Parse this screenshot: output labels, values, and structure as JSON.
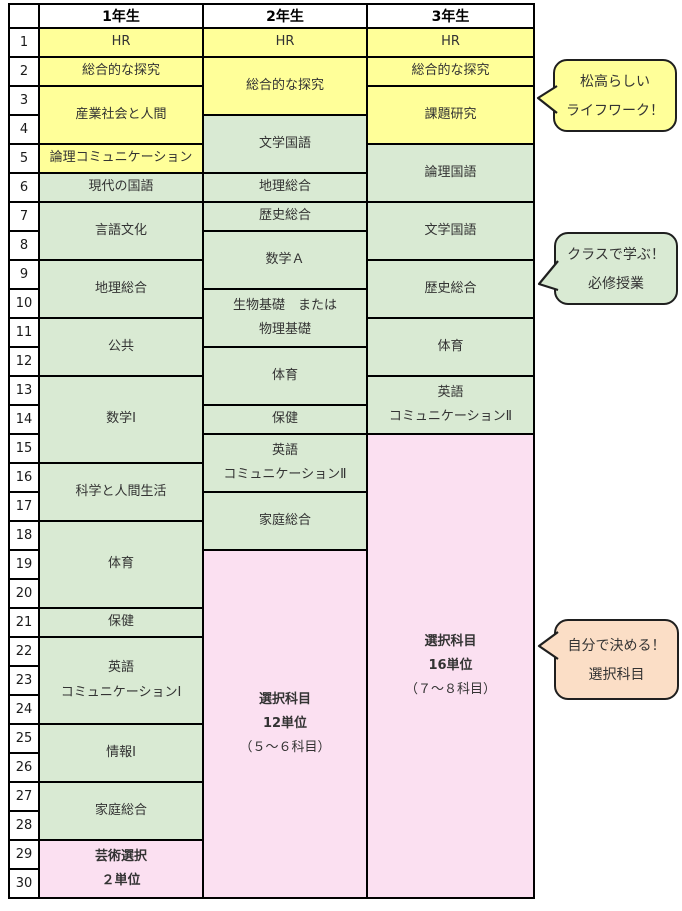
{
  "table": {
    "corner_label": "",
    "headers": [
      "1年生",
      "2年生",
      "3年生"
    ],
    "row_count": 30,
    "columns": [
      {
        "name": "grade1",
        "cells": [
          {
            "row": 1,
            "span": 1,
            "color": "yellow",
            "lines": [
              "HR"
            ],
            "bold": false
          },
          {
            "row": 2,
            "span": 1,
            "color": "yellow",
            "lines": [
              "総合的な探究"
            ],
            "bold": false
          },
          {
            "row": 3,
            "span": 2,
            "color": "yellow",
            "lines": [
              "産業社会と人間"
            ],
            "bold": false
          },
          {
            "row": 5,
            "span": 1,
            "color": "yellow",
            "lines": [
              "論理コミュニケーション"
            ],
            "bold": false
          },
          {
            "row": 6,
            "span": 1,
            "color": "green",
            "lines": [
              "現代の国語"
            ],
            "bold": false
          },
          {
            "row": 7,
            "span": 2,
            "color": "green",
            "lines": [
              "言語文化"
            ],
            "bold": false
          },
          {
            "row": 9,
            "span": 2,
            "color": "green",
            "lines": [
              "地理総合"
            ],
            "bold": false
          },
          {
            "row": 11,
            "span": 2,
            "color": "green",
            "lines": [
              "公共"
            ],
            "bold": false
          },
          {
            "row": 13,
            "span": 3,
            "color": "green",
            "lines": [
              "数学Ⅰ"
            ],
            "bold": false
          },
          {
            "row": 16,
            "span": 2,
            "color": "green",
            "lines": [
              "科学と人間生活"
            ],
            "bold": false
          },
          {
            "row": 18,
            "span": 3,
            "color": "green",
            "lines": [
              "体育"
            ],
            "bold": false
          },
          {
            "row": 21,
            "span": 1,
            "color": "green",
            "lines": [
              "保健"
            ],
            "bold": false
          },
          {
            "row": 22,
            "span": 3,
            "color": "green",
            "lines": [
              "英語",
              "コミュニケーションⅠ"
            ],
            "bold": false
          },
          {
            "row": 25,
            "span": 2,
            "color": "green",
            "lines": [
              "情報Ⅰ"
            ],
            "bold": false
          },
          {
            "row": 27,
            "span": 2,
            "color": "green",
            "lines": [
              "家庭総合"
            ],
            "bold": false
          },
          {
            "row": 29,
            "span": 2,
            "color": "pink",
            "lines": [
              "芸術選択",
              "２単位"
            ],
            "bold": true
          }
        ]
      },
      {
        "name": "grade2",
        "cells": [
          {
            "row": 1,
            "span": 1,
            "color": "yellow",
            "lines": [
              "HR"
            ],
            "bold": false
          },
          {
            "row": 2,
            "span": 2,
            "color": "yellow",
            "lines": [
              "総合的な探究"
            ],
            "bold": false
          },
          {
            "row": 4,
            "span": 2,
            "color": "green",
            "lines": [
              "文学国語"
            ],
            "bold": false
          },
          {
            "row": 6,
            "span": 1,
            "color": "green",
            "lines": [
              "地理総合"
            ],
            "bold": false
          },
          {
            "row": 7,
            "span": 1,
            "color": "green",
            "lines": [
              "歴史総合"
            ],
            "bold": false
          },
          {
            "row": 8,
            "span": 2,
            "color": "green",
            "lines": [
              "数学Ａ"
            ],
            "bold": false
          },
          {
            "row": 10,
            "span": 2,
            "color": "green",
            "lines": [
              "生物基礎　または",
              "物理基礎"
            ],
            "bold": false
          },
          {
            "row": 12,
            "span": 2,
            "color": "green",
            "lines": [
              "体育"
            ],
            "bold": false
          },
          {
            "row": 14,
            "span": 1,
            "color": "green",
            "lines": [
              "保健"
            ],
            "bold": false
          },
          {
            "row": 15,
            "span": 2,
            "color": "green",
            "lines": [
              "英語",
              "コミュニケーションⅡ"
            ],
            "bold": false
          },
          {
            "row": 17,
            "span": 2,
            "color": "green",
            "lines": [
              "家庭総合"
            ],
            "bold": false
          },
          {
            "row": 19,
            "span": 12,
            "color": "pink",
            "lines": [
              "選択科目",
              "12単位",
              "（５～６科目）"
            ],
            "bold": [
              true,
              true,
              false
            ]
          }
        ]
      },
      {
        "name": "grade3",
        "cells": [
          {
            "row": 1,
            "span": 1,
            "color": "yellow",
            "lines": [
              "HR"
            ],
            "bold": false
          },
          {
            "row": 2,
            "span": 1,
            "color": "yellow",
            "lines": [
              "総合的な探究"
            ],
            "bold": false
          },
          {
            "row": 3,
            "span": 2,
            "color": "yellow",
            "lines": [
              "課題研究"
            ],
            "bold": false
          },
          {
            "row": 5,
            "span": 2,
            "color": "green",
            "lines": [
              "論理国語"
            ],
            "bold": false
          },
          {
            "row": 7,
            "span": 2,
            "color": "green",
            "lines": [
              "文学国語"
            ],
            "bold": false
          },
          {
            "row": 9,
            "span": 2,
            "color": "green",
            "lines": [
              "歴史総合"
            ],
            "bold": false
          },
          {
            "row": 11,
            "span": 2,
            "color": "green",
            "lines": [
              "体育"
            ],
            "bold": false
          },
          {
            "row": 13,
            "span": 2,
            "color": "green",
            "lines": [
              "英語",
              "コミュニケーションⅡ"
            ],
            "bold": false
          },
          {
            "row": 15,
            "span": 16,
            "color": "pink",
            "lines": [
              "選択科目",
              "16単位",
              "（７～８科目）"
            ],
            "bold": [
              true,
              true,
              false
            ]
          }
        ]
      }
    ]
  },
  "bubbles": [
    {
      "lines": [
        "松高らしい",
        "ライフワーク！"
      ],
      "color": "yellow"
    },
    {
      "lines": [
        "クラスで学ぶ！",
        "必修授業"
      ],
      "color": "green"
    },
    {
      "lines": [
        "自分で決める！",
        "選択科目"
      ],
      "color": "peach"
    }
  ],
  "colors": {
    "yellow": "#FFFF99",
    "green": "#D9EAD3",
    "pink": "#FBE0F1",
    "peach": "#FBDEC6"
  }
}
